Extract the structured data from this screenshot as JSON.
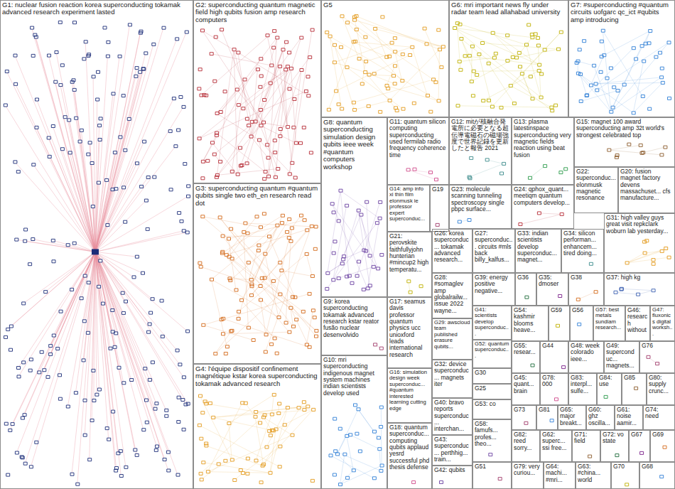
{
  "diagram": {
    "nodes": [
      {
        "text": [
          "G1: nuclear fusion reaction korea superconducting tokamak advanced research experiment lasted"
        ]
      },
      {
        "text": [
          "G2: superconducting quantum magnetic field high qubits fusion amp research computers"
        ]
      },
      {
        "text": [
          "G5"
        ]
      },
      {
        "text": [
          "G6: mri important news fly under radar team lead allahabad university"
        ]
      },
      {
        "text": [
          "G7: #superconducting #quantum circuits uofgarc qc_ict #qubits amp introducing"
        ]
      },
      {
        "text": [
          "G8: quantum superconducting simulation design qubits ieee week #quantum computers workshop"
        ]
      },
      {
        "text": [
          "G11: quantum silicon computing superconducting used fermilab radio frequency coherence time"
        ]
      },
      {
        "text": [
          "G12: mitが核融合発電所に必要となる超伝導電磁石の磁場強度で世界記録を更新したと報告 2021"
        ]
      },
      {
        "text": [
          "G13: plasma latestinspace superconducting very magnetic fields reaction using beat fusion"
        ]
      },
      {
        "text": [
          "G15: magnet 100 award superconducting amp 32t world's strongest celebrated top"
        ]
      },
      {
        "text": [
          "G22: superconduc... elonmusk magnetic resonance"
        ]
      },
      {
        "text": [
          "G20: fusion magnet factory devens massachuset... cfs manufacture..."
        ]
      },
      {
        "text": [
          "G3: superconducting quantum #quantum qubits single two eth_en research read dot"
        ]
      },
      {
        "text": [
          "G14: amp info xi thin film elonmusk ie professor expert superconduc..."
        ]
      },
      {
        "text": [
          "G19"
        ]
      },
      {
        "text": [
          "G23: molecule scanning tunneling spectroscopy single pbpc surface..."
        ]
      },
      {
        "text": [
          "G24: qphox_quant... meetiqm quantum computers develop..."
        ]
      },
      {
        "text": [
          "G31: high valley guys great visit repkclark woburn lab yesterday..."
        ]
      },
      {
        "text": [
          "G21: perovskite faithfullyjohn hunterian #mincup2 high temperatu..."
        ]
      },
      {
        "text": [
          "G26: korea superconduc... tokamak advanced research..."
        ]
      },
      {
        "text": [
          "G27: superconduc... circuits #mls back billy_kalfus..."
        ]
      },
      {
        "text": [
          "G33: indian scientists develop superconduc... magnet..."
        ]
      },
      {
        "text": [
          "G34: silicon performan... enhancem... tired doing..."
        ]
      },
      {
        "text": [
          "G28: #somaglev amp globalrailw... issue 2022 wayne..."
        ]
      },
      {
        "text": [
          "G39: energy positive negative..."
        ]
      },
      {
        "text": [
          "G36"
        ]
      },
      {
        "text": [
          "G35: dmoser"
        ]
      },
      {
        "text": [
          "G38"
        ]
      },
      {
        "text": [
          "G37: high kg"
        ]
      },
      {
        "text": [
          "G9: korea superconducting tokamak advanced research kstar reator fusão nuclear desenvolvido"
        ]
      },
      {
        "text": [
          "G17: seamus davis professor quantum physics ucc unioxford leads international research"
        ]
      },
      {
        "text": [
          "G41: scientists develop superconduc..."
        ]
      },
      {
        "text": [
          "G54: kashmir blooms heave..."
        ]
      },
      {
        "text": [
          "G59"
        ]
      },
      {
        "text": [
          "G56"
        ]
      },
      {
        "text": [
          "G57: best metals sundiam research..."
        ]
      },
      {
        "text": [
          "G46: research without"
        ]
      },
      {
        "text": [
          "G47: fluxonics digital worksh..."
        ]
      },
      {
        "text": [
          "G29: awscloud team published erasure qubits..."
        ]
      },
      {
        "text": [
          "G52: quantum superconduc..."
        ]
      },
      {
        "text": [
          "G55: resear..."
        ]
      },
      {
        "text": [
          "G44"
        ]
      },
      {
        "text": [
          "G48: week colorado ieee..."
        ]
      },
      {
        "text": [
          "G49: superconduc... magnets..."
        ]
      },
      {
        "text": [
          "G76"
        ]
      },
      {
        "text": [
          "G10: mri superconducting indigenous magnet system machines indian scientists develop used"
        ]
      },
      {
        "text": [
          "G32: device superconduc... magnets iter"
        ]
      },
      {
        "text": [
          "G4: l'équipe dispositif confinement magnétique kstar korea superconducting tokamak advanced research"
        ]
      },
      {
        "text": [
          "G16: simulation design week superconduc... #quantum interested learning cutting edge"
        ]
      },
      {
        "text": [
          "G30"
        ]
      },
      {
        "text": [
          "G45: quant... brain"
        ]
      },
      {
        "text": [
          "G78: 000"
        ]
      },
      {
        "text": [
          "G83: interpl... sulfe..."
        ]
      },
      {
        "text": [
          "G84: use"
        ]
      },
      {
        "text": [
          "G85"
        ]
      },
      {
        "text": [
          "G80: supply crunc..."
        ]
      },
      {
        "text": [
          "G25"
        ]
      },
      {
        "text": [
          "G40: bravo reports superconduc... interchan..."
        ]
      },
      {
        "text": [
          "G53: co"
        ]
      },
      {
        "text": [
          "G73"
        ]
      },
      {
        "text": [
          "G81"
        ]
      },
      {
        "text": [
          "G65: major breakt..."
        ]
      },
      {
        "text": [
          "G60: ghz oscilla..."
        ]
      },
      {
        "text": [
          "G61: noise aamir..."
        ]
      },
      {
        "text": [
          "G74: need"
        ]
      },
      {
        "text": [
          "G58: famufs... profes... theo..."
        ]
      },
      {
        "text": [
          "G18: quantum superconduc... computing qubits applaud yesrd successful phd thesis defense"
        ]
      },
      {
        "text": [
          "G82: reed sorry..."
        ]
      },
      {
        "text": [
          "G62: superc... ssi free..."
        ]
      },
      {
        "text": [
          "G71: field"
        ]
      },
      {
        "text": [
          "G72: vo state"
        ]
      },
      {
        "text": [
          "G67"
        ]
      },
      {
        "text": [
          "G69"
        ]
      },
      {
        "text": [
          "G43: superconduc... perthhig... train..."
        ]
      },
      {
        "text": [
          "G51"
        ]
      },
      {
        "text": [
          "G79: very curiou..."
        ]
      },
      {
        "text": [
          "G64: machi... #mri..."
        ]
      },
      {
        "text": [
          "G63: #china... world"
        ]
      },
      {
        "text": [
          "G70"
        ]
      },
      {
        "text": [
          "G68"
        ]
      },
      {
        "text": [
          "G42: qubits"
        ]
      }
    ]
  }
}
